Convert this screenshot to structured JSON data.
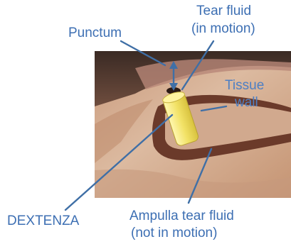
{
  "labels": {
    "punctum": "Punctum",
    "tear_fluid_line1": "Tear fluid",
    "tear_fluid_line2": "(in motion)",
    "tissue_wall_line1": "Tissue",
    "tissue_wall_line2": "wall",
    "dextenza": "DEXTENZA",
    "ampulla_line1": "Ampulla tear fluid",
    "ampulla_line2": "(not in motion)"
  },
  "colors": {
    "label_text": "#3d6fb3",
    "leader_line": "#3f6fa6",
    "insert_yellow": "#f2e266",
    "tissue_brown": "#6b3a2a",
    "skin": "#d9b79a"
  }
}
